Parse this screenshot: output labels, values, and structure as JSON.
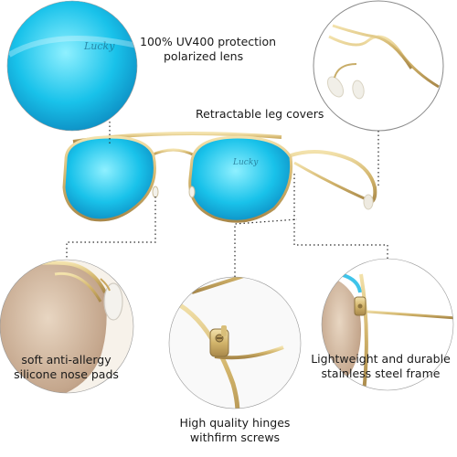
{
  "features": [
    {
      "id": "lens",
      "line1": "100% UV400 protection",
      "line2": "polarized lens"
    },
    {
      "id": "legs",
      "line1": "Retractable leg covers",
      "line2": ""
    },
    {
      "id": "nosepads",
      "line1": "soft anti-allergy",
      "line2": "silicone nose pads"
    },
    {
      "id": "hinges",
      "line1": "High quality hinges",
      "line2": "withfirm screws"
    },
    {
      "id": "frame",
      "line1": "Lightweight and durable",
      "line2": "stainless steel frame"
    }
  ],
  "lens_logo": "Lucky",
  "colors": {
    "lens_blue": "#19b6e6",
    "lens_light": "#7fe3f7",
    "gold_frame": "#d9bf7a",
    "lens_brown": "#b79a82",
    "callout_line": "#2b2b2b"
  }
}
